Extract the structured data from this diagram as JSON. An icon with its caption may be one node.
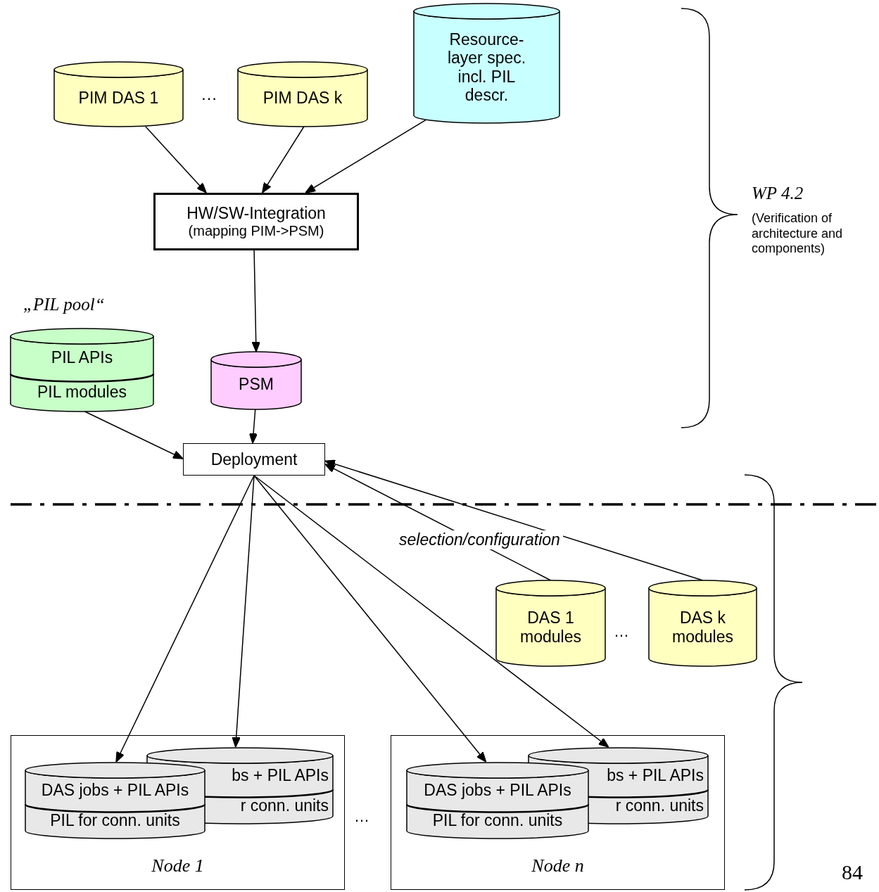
{
  "diagram": {
    "nodes": [
      {
        "text": [
          "PIM DAS 1"
        ]
      },
      {
        "text": [
          "PIM DAS k"
        ]
      },
      {
        "text": [
          "Resource-layer spec. incl. PIL descr."
        ]
      },
      {
        "text": [
          "HW/SW-Integration",
          "(mapping PIM->PSM)"
        ]
      },
      {
        "text": [
          "PIL APIs",
          "PIL modules"
        ],
        "beside": [
          "„PIL pool“"
        ]
      },
      {
        "text": [
          "PSM"
        ]
      },
      {
        "text": [
          "Deployment"
        ]
      },
      {
        "text": [
          "DAS 1 modules"
        ]
      },
      {
        "text": [
          "DAS k modules"
        ]
      },
      {
        "text": [
          "Node 1"
        ]
      },
      {
        "text": [
          "bs + PIL APIs",
          "r conn. units"
        ],
        "in": 9
      },
      {
        "text": [
          "DAS jobs + PIL APIs",
          "PIL for conn. units"
        ],
        "in": 9
      },
      {
        "text": [
          "Node n"
        ]
      },
      {
        "text": [
          "bs + PIL APIs",
          "r conn. units"
        ],
        "in": 12
      },
      {
        "text": [
          "DAS jobs + PIL APIs",
          "PIL for conn. units"
        ],
        "in": 12
      }
    ],
    "edges": [
      {
        "from": 0,
        "to": 3,
        "arrow": "to"
      },
      {
        "from": 1,
        "to": 3,
        "arrow": "to"
      },
      {
        "from": 2,
        "to": 3,
        "arrow": "to"
      },
      {
        "from": 3,
        "to": 5,
        "arrow": "to"
      },
      {
        "from": 4,
        "to": 6,
        "arrow": "to"
      },
      {
        "from": 5,
        "to": 6,
        "arrow": "to"
      },
      {
        "from": 7,
        "to": 6,
        "arrow": "to",
        "label": "selection/configuration"
      },
      {
        "from": 8,
        "to": 6,
        "arrow": "to"
      },
      {
        "from": 6,
        "to": 11,
        "arrow": "to"
      },
      {
        "from": 6,
        "to": 10,
        "arrow": "to"
      },
      {
        "from": 6,
        "to": 14,
        "arrow": "to"
      },
      {
        "from": 6,
        "to": 13,
        "arrow": "to"
      }
    ],
    "labels": [
      "…",
      "WP 4.2",
      "(Verification of architecture and components)",
      "…",
      "…",
      "84"
    ]
  }
}
